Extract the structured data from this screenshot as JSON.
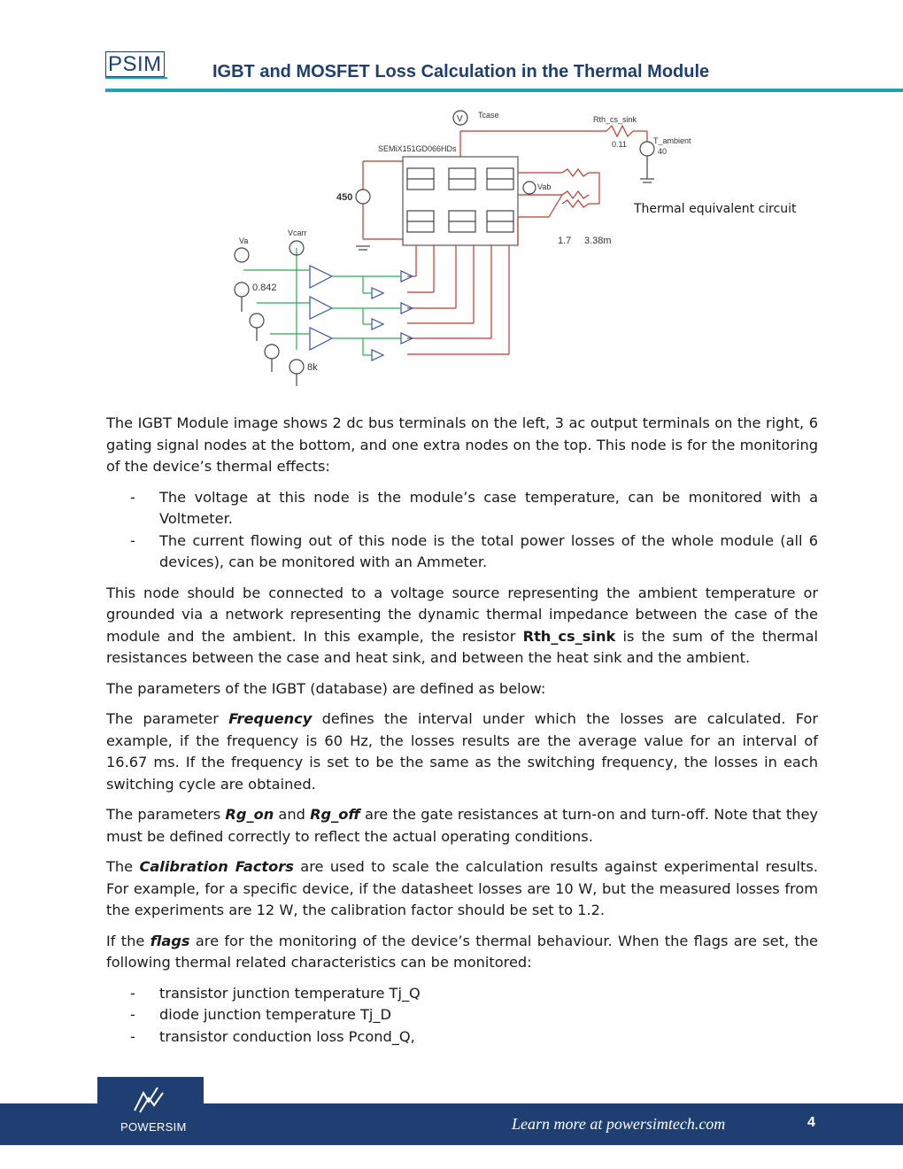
{
  "header": {
    "logo": "PSIM",
    "title": "IGBT and MOSFET Loss Calculation in the Thermal Module"
  },
  "figure": {
    "caption": "Thermal equivalent circuit",
    "labels": {
      "tcase": "Tcase",
      "v": "V",
      "rth": "Rth_cs_sink",
      "rth_val": "0.11",
      "t_ambient": "T_ambient",
      "t_ambient_val": "40",
      "module": "SEMiX151GD066HDs",
      "vdc": "450",
      "vab": "Vab",
      "load_r": "1.7",
      "load_l": "3.38m",
      "va": "Va",
      "vcarr": "Vcarr",
      "mod_index": "0.842",
      "carrier_freq": "8k"
    }
  },
  "body": {
    "p1": "The IGBT Module image shows 2 dc bus terminals on the left, 3 ac output terminals on the right, 6 gating signal nodes at the bottom, and one extra nodes on the top. This node is for the monitoring of the device’s thermal effects:",
    "list1": [
      "The voltage at this node is the module’s case temperature, can be monitored with a Voltmeter.",
      "The current flowing out of this node is the total power losses of the whole module (all 6 devices), can be monitored with an Ammeter."
    ],
    "p2_a": "This node should be connected to a voltage source representing the ambient temperature or grounded via a network representing the dynamic thermal impedance between the case of the module and the ambient. In this example, the resistor ",
    "p2_b": "Rth_cs_sink",
    "p2_c": " is the sum of the thermal resistances between the case and heat sink, and between the heat sink and the ambient.",
    "p3": "The parameters of the IGBT (database) are defined as below:",
    "p4_a": "The parameter ",
    "p4_b": "Frequency",
    "p4_c": " defines the interval under which the losses are calculated. For example, if the frequency is 60 Hz, the losses results are the average value for an interval of 16.67 ms. If the frequency is set to be the same as the switching frequency, the losses in each switching cycle are obtained.",
    "p5_a": "The parameters ",
    "p5_b": "Rg_on",
    "p5_c": " and ",
    "p5_d": "Rg_off",
    "p5_e": " are the gate resistances at turn-on and turn-off. Note that they must be defined correctly to reflect the actual operating conditions.",
    "p6_a": "The ",
    "p6_b": "Calibration Factors",
    "p6_c": " are used to scale the calculation results against experimental results. For example, for a specific device, if the datasheet losses are 10 W, but the measured losses from the experiments are 12 W, the calibration factor should be set to 1.2.",
    "p7_a": "If the ",
    "p7_b": "flags",
    "p7_c": " are for the monitoring of the device’s thermal behaviour. When the flags are set, the following thermal related characteristics can be monitored:",
    "list2": [
      "transistor junction temperature Tj_Q",
      "diode junction temperature Tj_D",
      "transistor conduction loss Pcond_Q,"
    ],
    "dash": "-"
  },
  "footer": {
    "brand": "POWERSIM",
    "learn_more": "Learn more at powersimtech.com",
    "page_number": "4"
  },
  "colors": {
    "brand_navy": "#1f3f72",
    "accent_teal": "#1aa6b7",
    "wire_red": "#c0392b",
    "wire_green": "#22b14c",
    "wire_gray": "#888888"
  }
}
